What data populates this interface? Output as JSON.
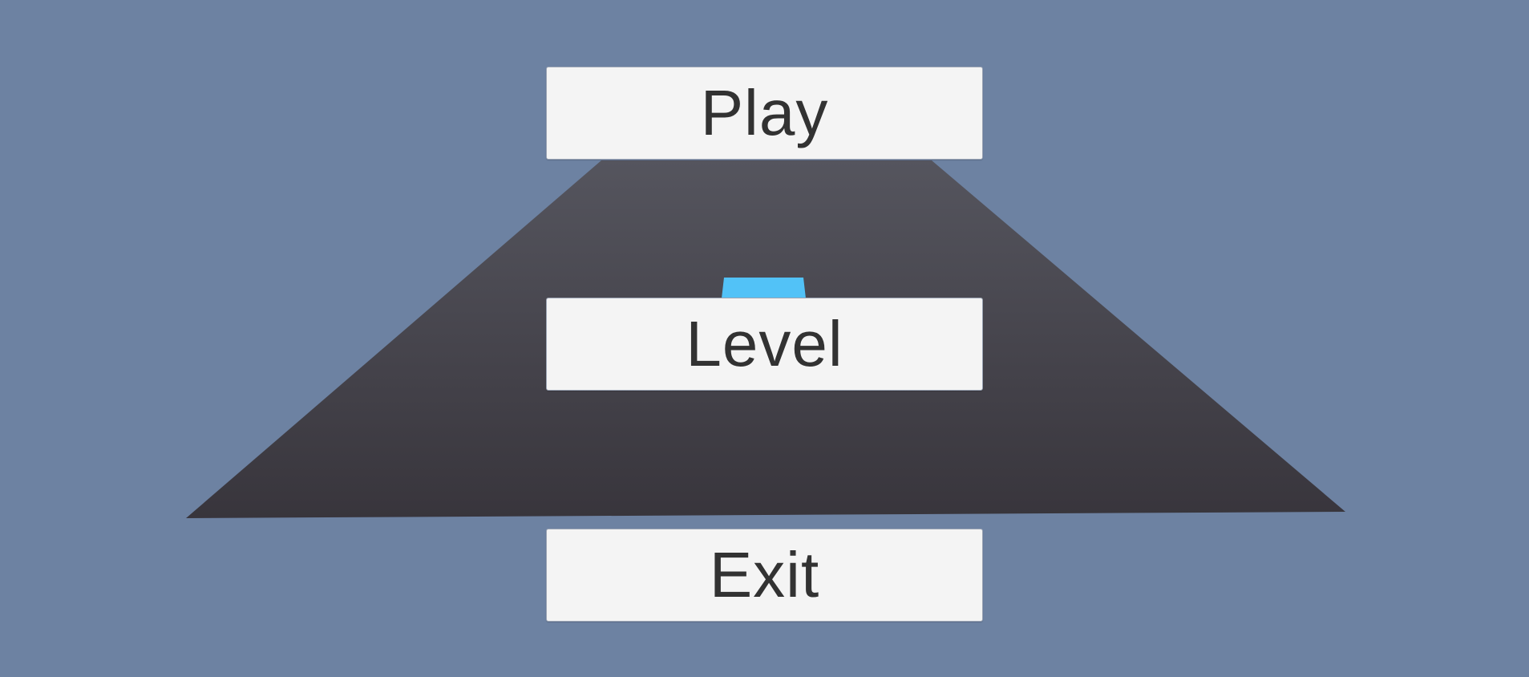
{
  "scene": {
    "sky_color": "#6d82a2",
    "road_color_top": "#55555e",
    "road_color_bottom": "#38353c",
    "player_color": "#52c2f7"
  },
  "menu": {
    "play_label": "Play",
    "level_label": "Level",
    "exit_label": "Exit",
    "button_bg": "#f4f4f4",
    "button_text_color": "#323232"
  }
}
